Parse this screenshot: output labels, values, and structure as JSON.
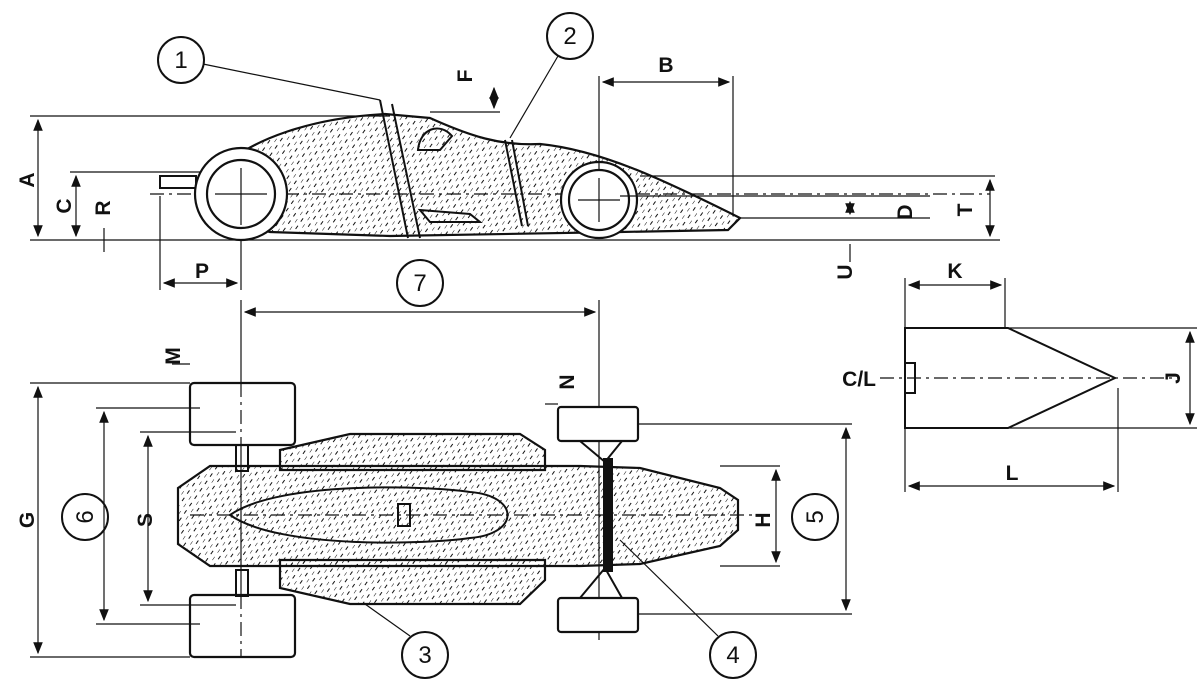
{
  "dimension_labels": {
    "A": "A",
    "B": "B",
    "C": "C",
    "D": "D",
    "F": "F",
    "G": "G",
    "H": "H",
    "J": "J",
    "K": "K",
    "L": "L",
    "M": "M",
    "N": "N",
    "P": "P",
    "R": "R",
    "S": "S",
    "T": "T",
    "U": "U"
  },
  "callouts": {
    "c1": "1",
    "c2": "2",
    "c3": "3",
    "c4": "4",
    "c5": "5",
    "c6": "6",
    "c7": "7"
  },
  "centerline_label": "C/L"
}
